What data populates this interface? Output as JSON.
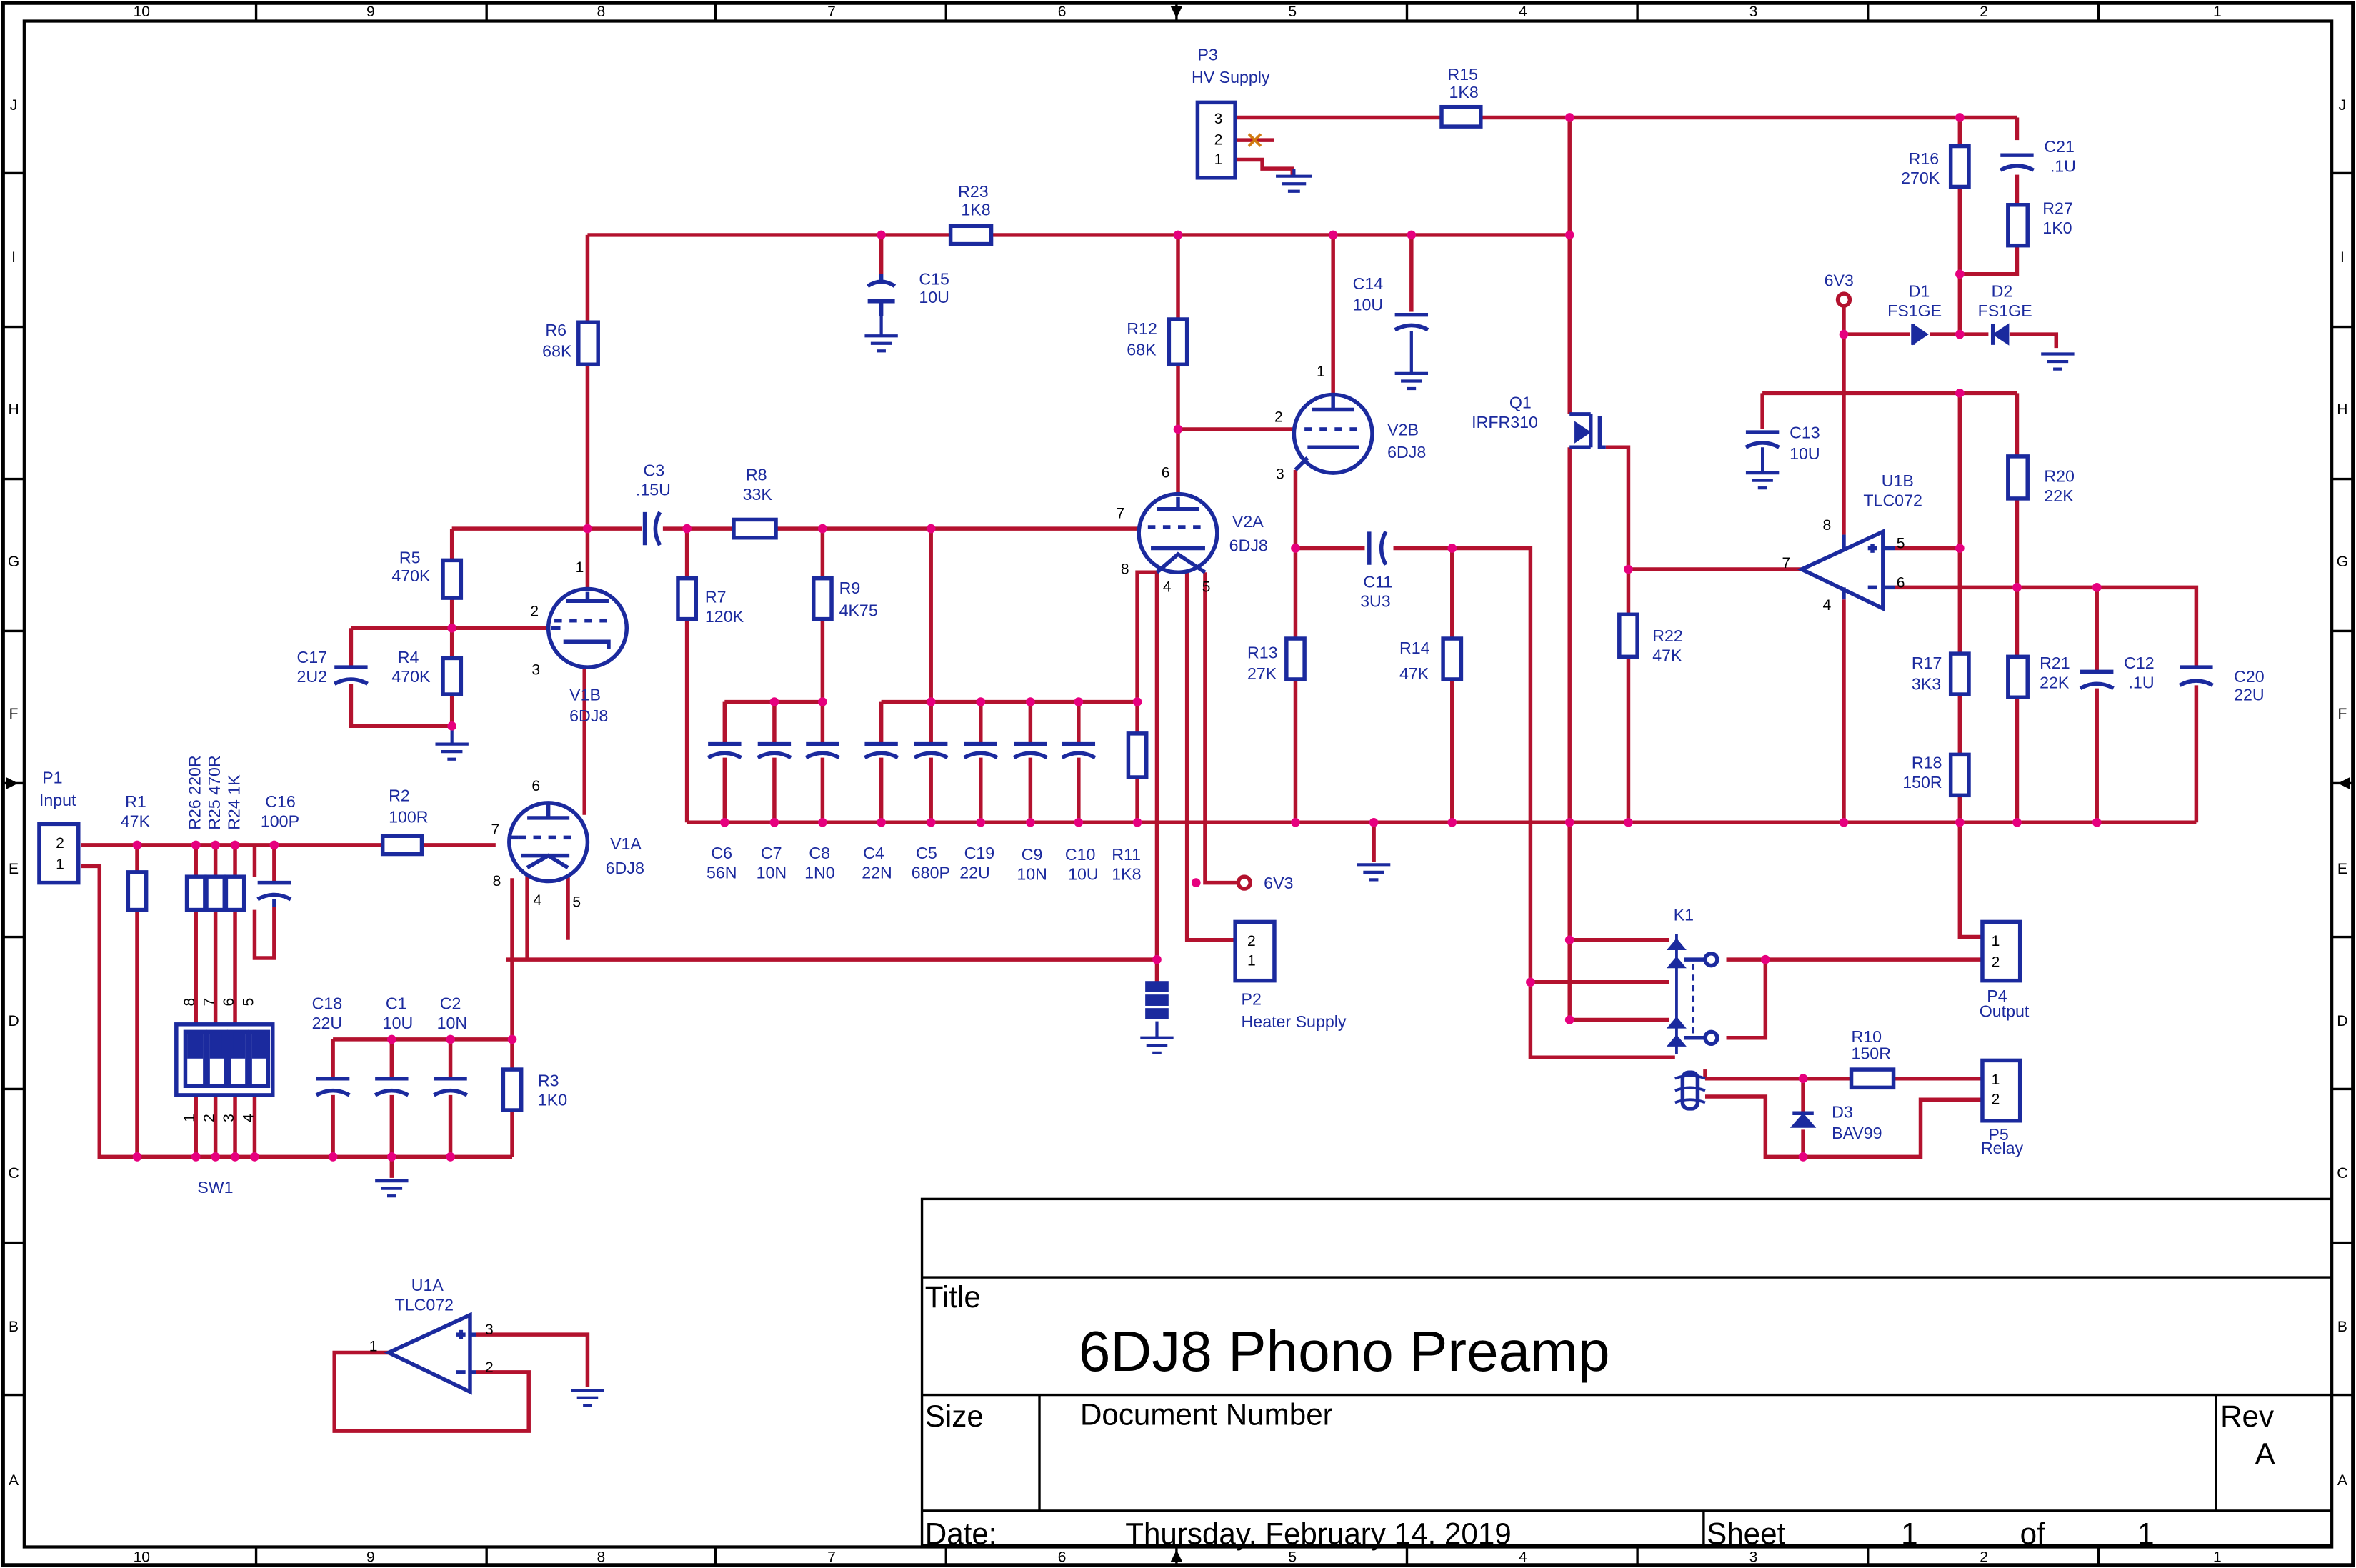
{
  "border": {
    "columns": [
      "10",
      "9",
      "8",
      "7",
      "6",
      "5",
      "4",
      "3",
      "2",
      "1"
    ],
    "rows": [
      "J",
      "I",
      "H",
      "G",
      "F",
      "E",
      "D",
      "C",
      "B",
      "A"
    ]
  },
  "title_block": {
    "title_label": "Title",
    "title": "6DJ8 Phono Preamp",
    "size_label": "Size",
    "doc_number_label": "Document Number",
    "rev_label": "Rev",
    "rev_value": "A",
    "date_label": "Date:",
    "date_value": "Thursday, February 14, 2019",
    "sheet_label": "Sheet",
    "sheet_value": "1",
    "of_label": "of",
    "sheet_total": "1"
  },
  "components": {
    "p1": {
      "ref": "P1",
      "value": "Input"
    },
    "p2": {
      "ref": "P2",
      "value": "Heater Supply"
    },
    "p3": {
      "ref": "P3",
      "value": "HV Supply"
    },
    "p4": {
      "ref": "P4",
      "value": "Output"
    },
    "p5": {
      "ref": "P5",
      "value": "Relay"
    },
    "r1": {
      "ref": "R1",
      "value": "47K"
    },
    "r2": {
      "ref": "R2",
      "value": "100R"
    },
    "r3": {
      "ref": "R3",
      "value": "1K0"
    },
    "r4": {
      "ref": "R4",
      "value": "470K"
    },
    "r5": {
      "ref": "R5",
      "value": "470K"
    },
    "r6": {
      "ref": "R6",
      "value": "68K"
    },
    "r7": {
      "ref": "R7",
      "value": "120K"
    },
    "r8": {
      "ref": "R8",
      "value": "33K"
    },
    "r9": {
      "ref": "R9",
      "value": "4K75"
    },
    "r10": {
      "ref": "R10",
      "value": "150R"
    },
    "r11": {
      "ref": "R11",
      "value": "1K8"
    },
    "r12": {
      "ref": "R12",
      "value": "68K"
    },
    "r13": {
      "ref": "R13",
      "value": "27K"
    },
    "r14": {
      "ref": "R14",
      "value": "47K"
    },
    "r15": {
      "ref": "R15",
      "value": "1K8"
    },
    "r16": {
      "ref": "R16",
      "value": "270K"
    },
    "r17": {
      "ref": "R17",
      "value": "3K3"
    },
    "r18": {
      "ref": "R18",
      "value": "150R"
    },
    "r20": {
      "ref": "R20",
      "value": "22K"
    },
    "r21": {
      "ref": "R21",
      "value": "22K"
    },
    "r22": {
      "ref": "R22",
      "value": "47K"
    },
    "r23": {
      "ref": "R23",
      "value": "1K8"
    },
    "r24": {
      "ref": "R24",
      "value": "1K"
    },
    "r25": {
      "ref": "R25",
      "value": "470R"
    },
    "r26": {
      "ref": "R26",
      "value": "220R"
    },
    "r27": {
      "ref": "R27",
      "value": "1K0"
    },
    "c1": {
      "ref": "C1",
      "value": "10U"
    },
    "c2": {
      "ref": "C2",
      "value": "10N"
    },
    "c3": {
      "ref": "C3",
      "value": ".15U"
    },
    "c4": {
      "ref": "C4",
      "value": "22N"
    },
    "c5": {
      "ref": "C5",
      "value": "680P"
    },
    "c6": {
      "ref": "C6",
      "value": "56N"
    },
    "c7": {
      "ref": "C7",
      "value": "10N"
    },
    "c8": {
      "ref": "C8",
      "value": "1N0"
    },
    "c9": {
      "ref": "C9",
      "value": "10N"
    },
    "c10": {
      "ref": "C10",
      "value": "10U"
    },
    "c11": {
      "ref": "C11",
      "value": "3U3"
    },
    "c12": {
      "ref": "C12",
      "value": ".1U"
    },
    "c13": {
      "ref": "C13",
      "value": "10U"
    },
    "c14": {
      "ref": "C14",
      "value": "10U"
    },
    "c15": {
      "ref": "C15",
      "value": "10U"
    },
    "c16": {
      "ref": "C16",
      "value": "100P"
    },
    "c17": {
      "ref": "C17",
      "value": "2U2"
    },
    "c18": {
      "ref": "C18",
      "value": "22U"
    },
    "c19": {
      "ref": "C19",
      "value": "22U"
    },
    "c20": {
      "ref": "C20",
      "value": "22U"
    },
    "c21": {
      "ref": "C21",
      "value": ".1U"
    },
    "v1a": {
      "ref": "V1A",
      "value": "6DJ8"
    },
    "v1b": {
      "ref": "V1B",
      "value": "6DJ8"
    },
    "v2a": {
      "ref": "V2A",
      "value": "6DJ8"
    },
    "v2b": {
      "ref": "V2B",
      "value": "6DJ8"
    },
    "q1": {
      "ref": "Q1",
      "value": "IRFR310"
    },
    "u1a": {
      "ref": "U1A",
      "value": "TLC072"
    },
    "u1b": {
      "ref": "U1B",
      "value": "TLC072"
    },
    "d1": {
      "ref": "D1",
      "value": "FS1GE"
    },
    "d2": {
      "ref": "D2",
      "value": "FS1GE"
    },
    "d3": {
      "ref": "D3",
      "value": "BAV99"
    },
    "k1": {
      "ref": "K1"
    },
    "sw1": {
      "ref": "SW1"
    }
  },
  "nets": {
    "v6v3_a": "6V3",
    "v6v3_b": "6V3"
  },
  "pins": {
    "v1a": [
      "7",
      "8",
      "6",
      "4",
      "5"
    ],
    "v1b": [
      "1",
      "2",
      "3"
    ],
    "v2a": [
      "6",
      "7",
      "8",
      "4",
      "5"
    ],
    "v2b": [
      "1",
      "2",
      "3"
    ],
    "u1b": [
      "8",
      "5",
      "7",
      "6",
      "4"
    ],
    "u1a": [
      "1",
      "3",
      "2"
    ],
    "sw1_top": [
      "8",
      "7",
      "6",
      "5"
    ],
    "sw1_bottom": [
      "1",
      "2",
      "3",
      "4"
    ],
    "p1": [
      "2",
      "1"
    ],
    "p2": [
      "2",
      "1"
    ],
    "p3": [
      "3",
      "2",
      "1"
    ],
    "p4": [
      "1",
      "2"
    ],
    "p5": [
      "1",
      "2"
    ]
  }
}
